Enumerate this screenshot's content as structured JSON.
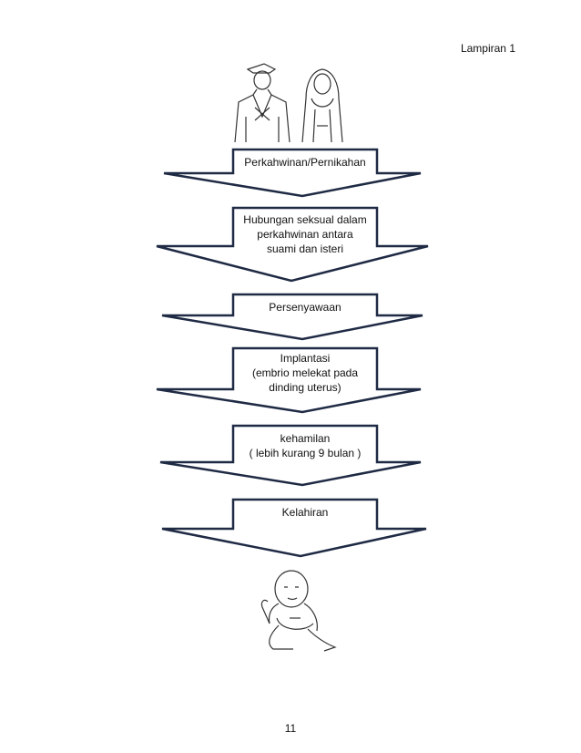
{
  "page": {
    "header_label": "Lampiran 1",
    "page_number": "11"
  },
  "steps": [
    {
      "lines": [
        "Perkahwinan/Pernikahan"
      ]
    },
    {
      "lines": [
        "Hubungan seksual dalam",
        "perkahwinan antara",
        "suami dan isteri"
      ]
    },
    {
      "lines": [
        "Persenyawaan"
      ]
    },
    {
      "lines": [
        "Implantasi",
        "(embrio melekat  pada",
        "dinding uterus)"
      ]
    },
    {
      "lines": [
        "kehamilan",
        "( lebih kurang 9 bulan )"
      ]
    },
    {
      "lines": [
        "Kelahiran"
      ]
    }
  ],
  "colors": {
    "arrow_stroke": "#1f2a44",
    "line_art": "#333333"
  },
  "icons": {
    "top": "bride-groom-illustration",
    "bottom": "baby-illustration"
  }
}
